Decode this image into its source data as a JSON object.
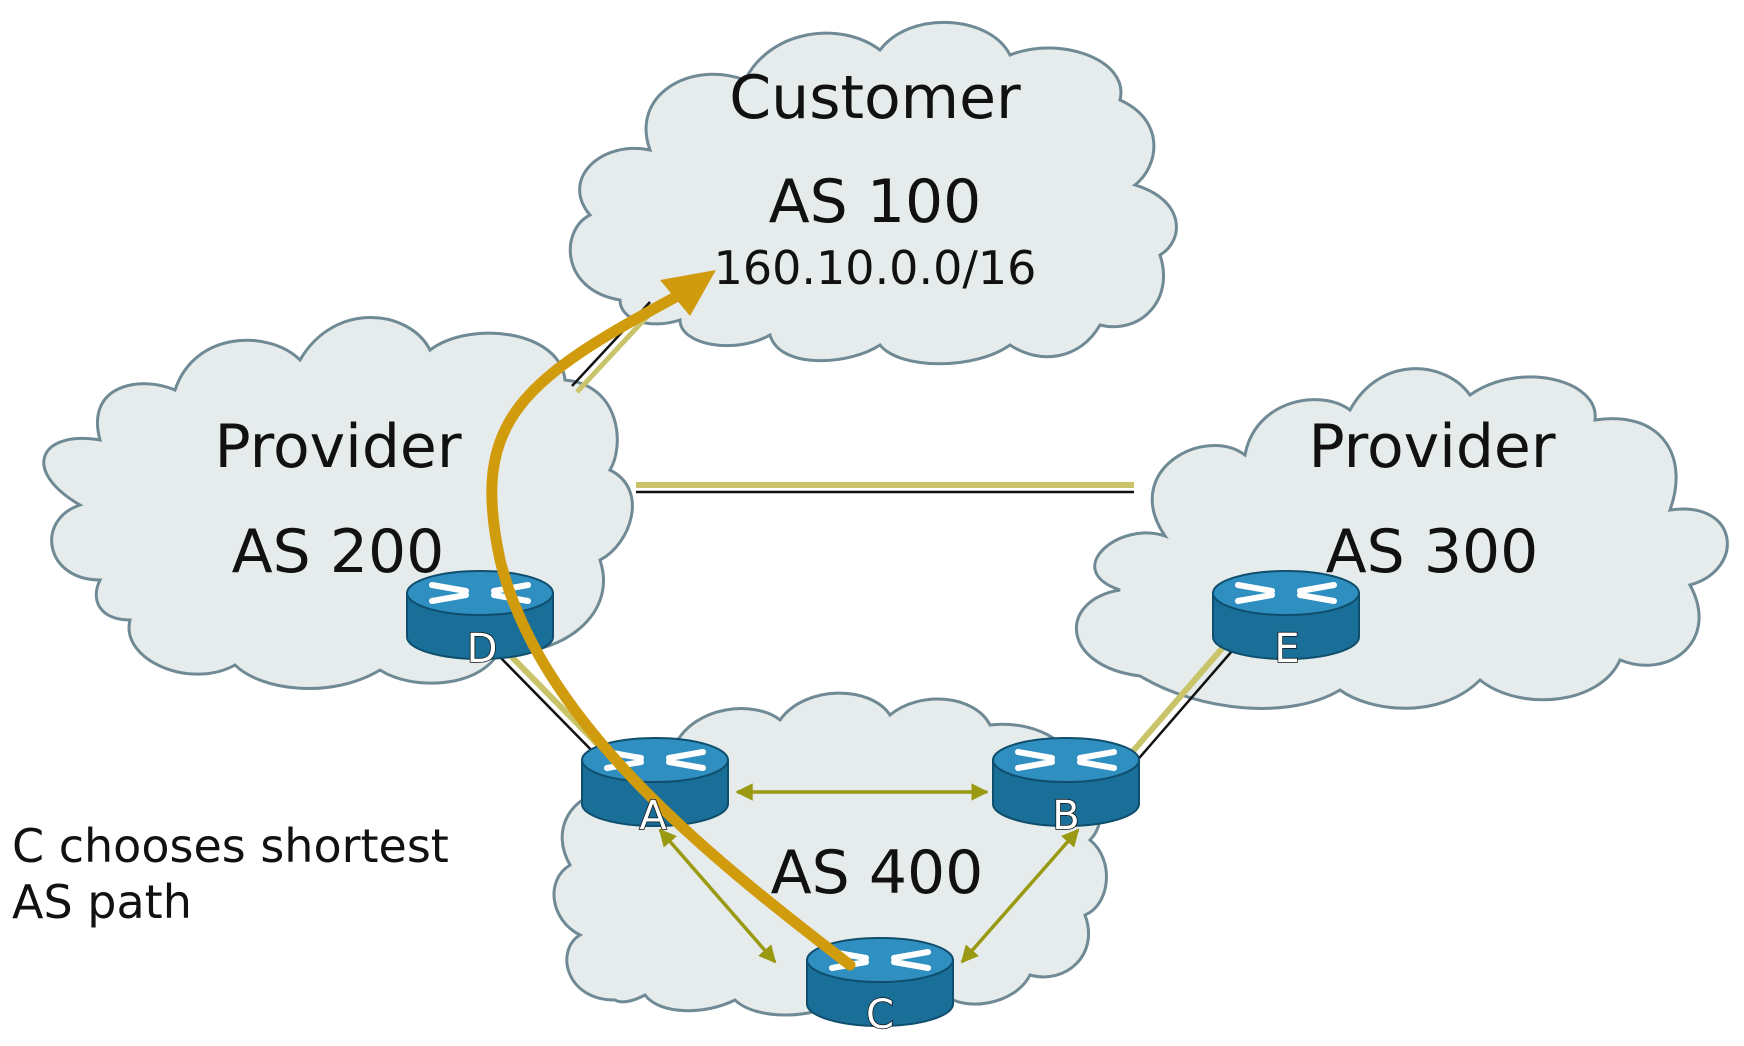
{
  "clouds": {
    "customer": {
      "name": "Customer",
      "asn": "AS 100",
      "prefix": "160.10.0.0/16"
    },
    "provider_left": {
      "name": "Provider",
      "asn": "AS 200"
    },
    "provider_right": {
      "name": "Provider",
      "asn": "AS 300"
    },
    "local": {
      "asn": "AS 400"
    }
  },
  "routers": {
    "a": "A",
    "b": "B",
    "c": "C",
    "d": "D",
    "e": "E"
  },
  "note": {
    "line1": "C chooses shortest",
    "line2": "AS path"
  },
  "colors": {
    "cloud_fill": "#e6ebeb",
    "cloud_outline": "#6f8a95",
    "ebgp_link": "#c9c46a",
    "ibgp_arrow": "#9a9a12",
    "chosen_path": "#d19b0e",
    "router_top": "#2f8fc0",
    "router_side": "#1a6f98"
  }
}
